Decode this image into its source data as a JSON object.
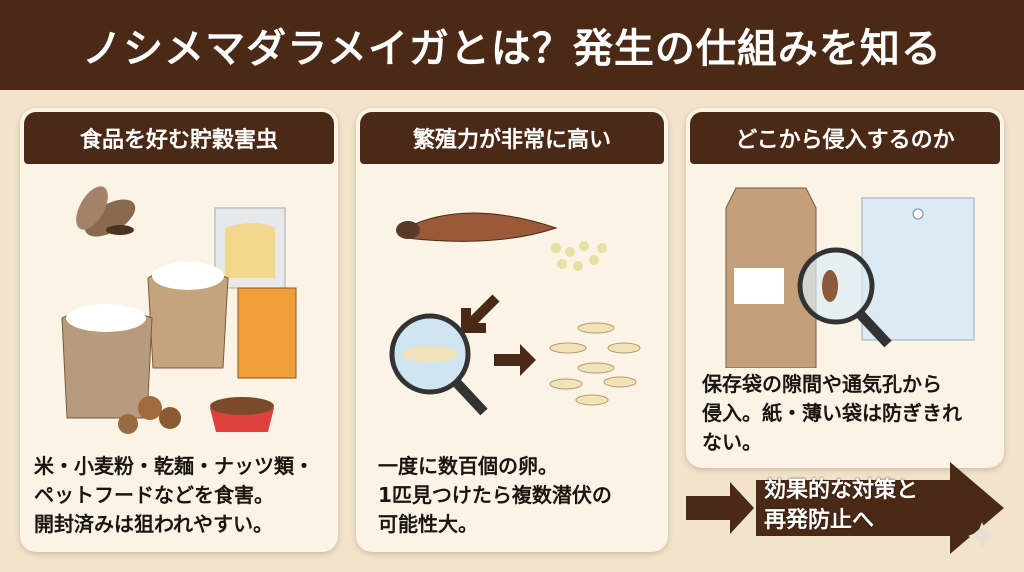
{
  "title": "ノシメマダラメイガとは？発生の仕組みを知る",
  "panels": [
    {
      "heading": "食品を好む貯穀害虫",
      "lines": [
        "米・小麦粉・乾麺・ナッツ類・",
        "ペットフードなどを食害。",
        "開封済みは狙われやすい。"
      ]
    },
    {
      "heading": "繁殖力が非常に高い",
      "lines": [
        "一度に数百個の卵。",
        "1匹見つけたら複数潜伏の",
        "可能性大。"
      ]
    },
    {
      "heading": "どこから侵入するのか",
      "lines": [
        "保存袋の隙間や通気孔から",
        "侵入。紙・薄い袋は防ぎきれ",
        "ない。"
      ]
    }
  ],
  "cta": {
    "lines": [
      "効果的な対策と",
      "再発防止へ"
    ]
  },
  "colors": {
    "header": "#4a2a16",
    "background": "#f2e4cb",
    "panel": "#fbf4e6"
  }
}
